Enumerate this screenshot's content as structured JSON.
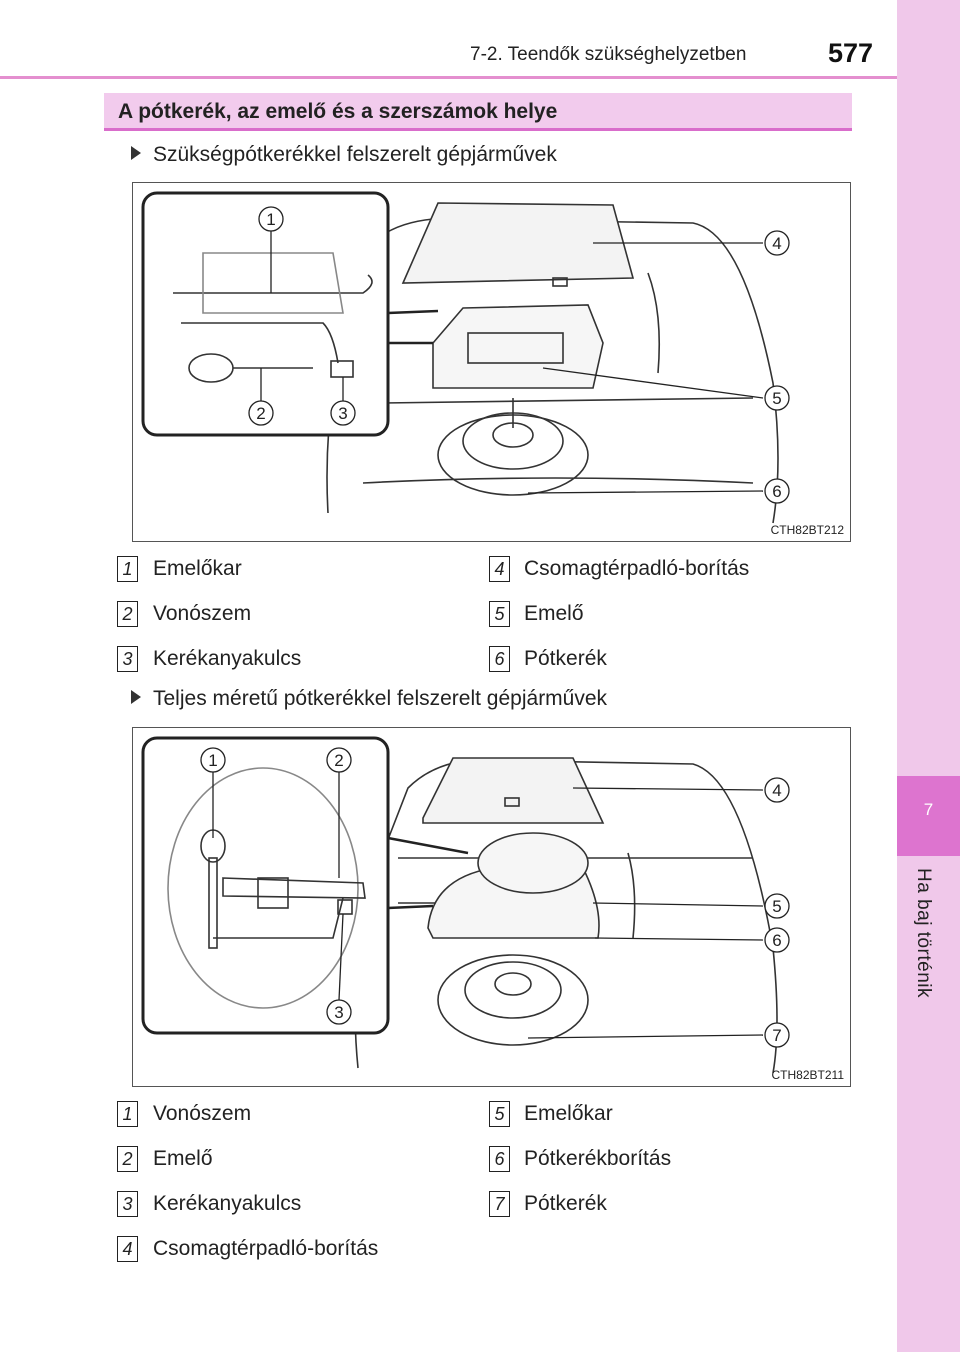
{
  "header": {
    "chapter": "7-2. Teendők szükséghelyzetben",
    "page": "577"
  },
  "side_tab": {
    "number": "7",
    "label": "Ha baj történik"
  },
  "section": {
    "title": "A pótkerék, az emelő és a szerszámok helye"
  },
  "figure1": {
    "caption": "Szükségpótkerékkel felszerelt gépjárművek",
    "code": "CTH82BT212",
    "callouts": [
      "1",
      "2",
      "3",
      "4",
      "5",
      "6"
    ],
    "legend": [
      {
        "n": "1",
        "label": "Emelőkar"
      },
      {
        "n": "2",
        "label": "Vonószem"
      },
      {
        "n": "3",
        "label": "Kerékanyakulcs"
      },
      {
        "n": "4",
        "label": "Csomagtérpadló-borítás"
      },
      {
        "n": "5",
        "label": "Emelő"
      },
      {
        "n": "6",
        "label": "Pótkerék"
      }
    ]
  },
  "figure2": {
    "caption": "Teljes méretű pótkerékkel felszerelt gépjárművek",
    "code": "CTH82BT211",
    "callouts": [
      "1",
      "2",
      "3",
      "4",
      "5",
      "6",
      "7"
    ],
    "legend": [
      {
        "n": "1",
        "label": "Vonószem"
      },
      {
        "n": "2",
        "label": "Emelő"
      },
      {
        "n": "3",
        "label": "Kerékanyakulcs"
      },
      {
        "n": "4",
        "label": "Csomagtérpadló-borítás"
      },
      {
        "n": "5",
        "label": "Emelőkar"
      },
      {
        "n": "6",
        "label": "Pótkerékborítás"
      },
      {
        "n": "7",
        "label": "Pótkerék"
      }
    ]
  }
}
